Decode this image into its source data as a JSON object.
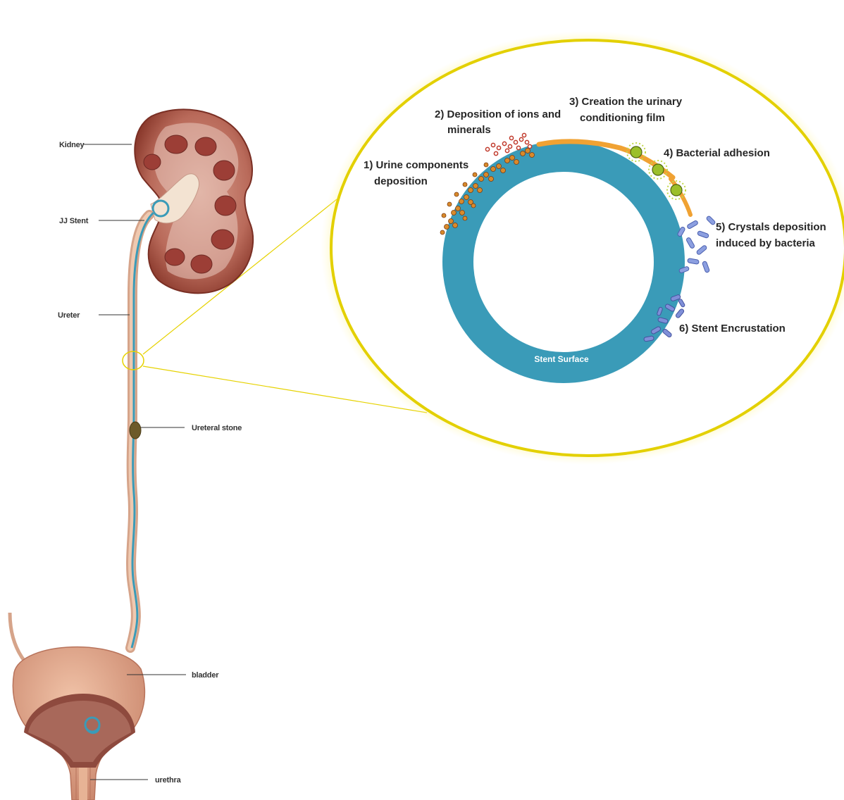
{
  "anatomy_labels": {
    "kidney": "Kidney",
    "jj_stent": "JJ Stent",
    "ureter": "Ureter",
    "ureteral_stone": "Ureteral stone",
    "bladder": "bladder",
    "urethra": "urethra"
  },
  "zoom": {
    "surface_label": "Stent Surface",
    "steps": {
      "s1": {
        "line1": "1) Urine components",
        "line2": "deposition"
      },
      "s2": {
        "line1": "2) Deposition of ions and",
        "line2": "minerals"
      },
      "s3": {
        "line1": "3) Creation the urinary",
        "line2": "conditioning film"
      },
      "s4": {
        "line1": "4) Bacterial adhesion"
      },
      "s5": {
        "line1": "5) Crystals deposition",
        "line2": "induced by bacteria"
      },
      "s6": {
        "line1": "6) Stent Encrustation"
      }
    }
  },
  "colors": {
    "stent": "#3a9bb8",
    "highlight": "#e7d400",
    "kidney": "#8c3b2e",
    "tissue": "#d59a80"
  }
}
